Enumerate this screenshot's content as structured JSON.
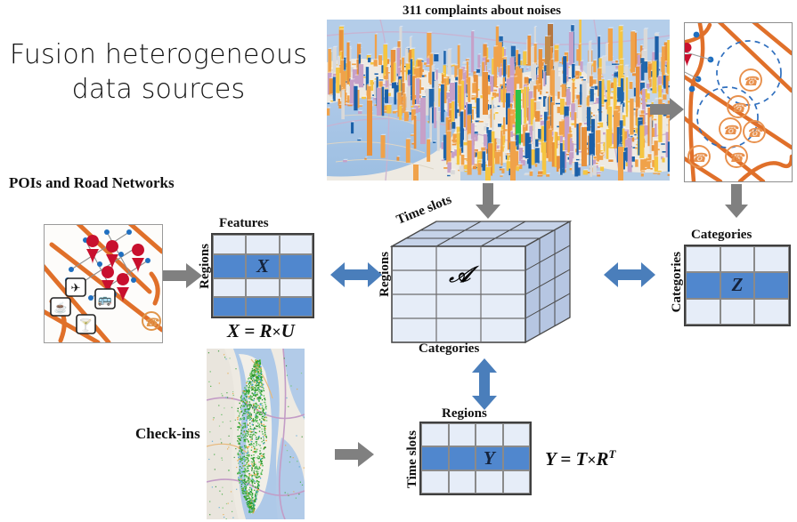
{
  "title": "Fusion heterogeneous data sources",
  "captions": {
    "poi": "POIs and Road Networks",
    "complaints": "311 complaints about noises",
    "checkins": "Check-ins"
  },
  "colors": {
    "matrix_fill": "#e6edf8",
    "matrix_highlight": "#5087ce",
    "tensor_front": "#e6edf8",
    "tensor_side": "#b6c6e2",
    "tensor_top": "#c6d3e9",
    "arrow_blue": "#4a7ebb",
    "arrow_gray": "#808080",
    "road_orange": "#e0702a",
    "pin_red": "#c8102e",
    "node_blue": "#1f6fc0",
    "checkin_green": "#2ba02b"
  },
  "matrices": {
    "x": {
      "symbol": "X",
      "top_label": "Features",
      "left_label": "Regions",
      "formula_lhs": "X =",
      "formula_rhs": "R",
      "formula_times": "×",
      "formula_rhs2": "U",
      "rows": 4,
      "cols": 3,
      "highlight_rows": [
        1,
        3
      ]
    },
    "z": {
      "symbol": "Z",
      "top_label": "Categories",
      "left_label": "Categories",
      "rows": 3,
      "cols": 3,
      "highlight_rows": [
        1
      ]
    },
    "y": {
      "symbol": "Y",
      "top_label": "Regions",
      "left_label": "Time slots",
      "formula_lhs": "Y =",
      "formula_rhs": "T",
      "formula_times": "×",
      "formula_rhs2": "R",
      "formula_sup": "T",
      "rows": 3,
      "cols": 4,
      "highlight_rows": [
        1
      ]
    }
  },
  "tensor": {
    "symbol": "𝒜",
    "top_label": "Time slots",
    "left_label": "Regions",
    "bottom_label": "Categories",
    "rows": 4,
    "cols": 3,
    "depth": 3
  },
  "arrows": {
    "poi_to_x": "arrow-right-gray",
    "complaints_to_tensor": "arrow-down-gray",
    "complaints_to_regions": "arrow-right-gray",
    "regions_to_z": "arrow-down-gray",
    "checkins_to_y": "arrow-right-gray",
    "x_to_tensor": "arrow-double-horizontal-blue",
    "tensor_to_z": "arrow-double-horizontal-blue",
    "tensor_to_y": "arrow-double-vertical-blue"
  }
}
